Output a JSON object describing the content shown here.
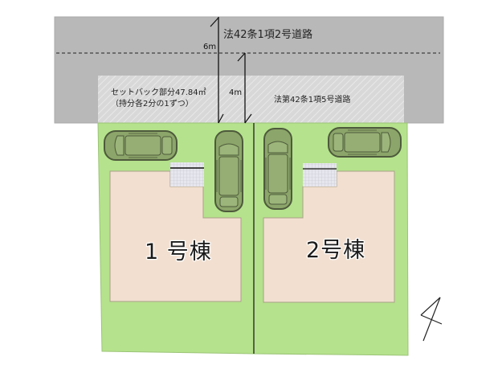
{
  "roads": {
    "main_road_label": "法42条1項2号道路",
    "private_road_label": "法第42条1項5号道路",
    "main_road_width": "6m",
    "private_road_width": "4m"
  },
  "setback": {
    "line1": "セットバック部分47.84㎡",
    "line2": "（持分各2分の1ずつ）"
  },
  "buildings": [
    {
      "label": "1 号棟"
    },
    {
      "label": "2号棟"
    }
  ],
  "north_arrow": {
    "symbol": "north-arrow"
  },
  "colors": {
    "road_gray": "#b8b8b8",
    "setback_hatch": "#d9d9d9",
    "lot_green": "#b5e28c",
    "house_beige": "#f2dfcf",
    "car_green": "#8ca56a",
    "tile_gray": "#e4e4ea"
  }
}
